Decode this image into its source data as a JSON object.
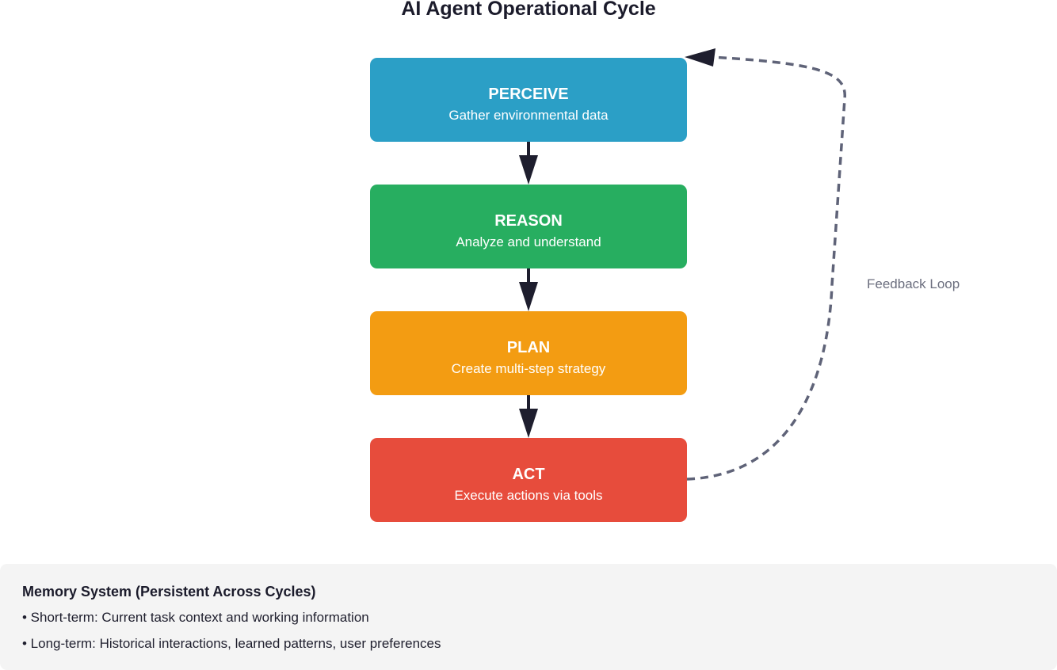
{
  "title": "AI Agent Operational Cycle",
  "stages": [
    {
      "name": "PERCEIVE",
      "description": "Gather environmental data",
      "color": "#2b9fc6"
    },
    {
      "name": "REASON",
      "description": "Analyze and understand",
      "color": "#27ae60"
    },
    {
      "name": "PLAN",
      "description": "Create multi-step strategy",
      "color": "#f39c12"
    },
    {
      "name": "ACT",
      "description": "Execute actions via tools",
      "color": "#e74c3c"
    }
  ],
  "feedback_label": "Feedback Loop",
  "colors": {
    "arrow": "#1e1e2e",
    "feedback_line": "#5f6378",
    "memory_background": "#f4f4f4"
  },
  "memory": {
    "title": "Memory System (Persistent Across Cycles)",
    "items": [
      "• Short-term: Current task context and working information",
      "• Long-term: Historical interactions, learned patterns, user preferences"
    ]
  }
}
